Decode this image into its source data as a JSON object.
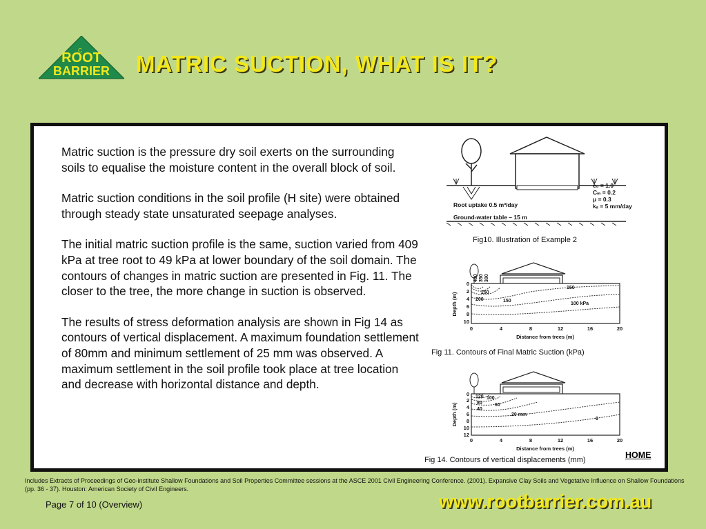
{
  "logo": {
    "line1": "ROOT",
    "line2": "BARRIER",
    "mark": "C"
  },
  "title": "MATRIC SUCTION, WHAT IS IT?",
  "paragraphs": [
    "Matric suction is the pressure dry soil exerts on the surrounding soils to equalise the moisture content in the overall block of soil.",
    "Matric suction conditions in the soil profile (H site) were obtained through steady state unsaturated seepage analyses.",
    "The initial matric suction profile is the same, suction varied from 409 kPa at tree root to 49 kPa at lower boundary of the soil domain. The contours of changes in matric suction are presented in Fig. 11. The closer to the tree, the more change in suction is observed.",
    "The results of stress deformation analysis are shown in Fig 14 as contours of vertical displacement. A maximum foundation settlement of 80mm and minimum settlement of 25 mm was observed. A maximum settlement in the soil profile took place at tree location and decrease with horizontal distance and depth."
  ],
  "fig10": {
    "caption": "Fig10. Illustration of Example 2",
    "root_uptake": "Root uptake 0.5 m³/day",
    "ground_water": "Ground-water table – 15 m",
    "params": [
      "e₀ = 1.0",
      "Cₘ = 0.2",
      "μ = 0.3",
      "kₛ = 5 mm/day"
    ]
  },
  "fig11": {
    "caption": "Fig 11. Contours of Final Matric Suction (kPa)",
    "xlabel": "Distance from trees (m)",
    "ylabel": "Depth (m)",
    "xticks": [
      "0",
      "4",
      "8",
      "12",
      "16",
      "20"
    ],
    "yticks": [
      "0",
      "2",
      "4",
      "6",
      "8",
      "10"
    ],
    "contour_labels": [
      "400",
      "350",
      "300",
      "250",
      "200",
      "150",
      "150",
      "100 kPa"
    ]
  },
  "fig14": {
    "caption": "Fig 14. Contours of vertical displacements (mm)",
    "xlabel": "Distance from trees (m)",
    "ylabel": "Depth (m)",
    "xticks": [
      "0",
      "4",
      "8",
      "12",
      "16",
      "20"
    ],
    "yticks": [
      "0",
      "2",
      "4",
      "6",
      "8",
      "10",
      "12"
    ],
    "contour_labels": [
      "120",
      "100",
      "80",
      "60",
      "40",
      "20 mm",
      "0"
    ]
  },
  "home_link": "HOME",
  "references": "Includes Extracts of Proceedings of Geo-institute Shallow Foundations and Soil Properties Committee sessions at the ASCE 2001 Civil Engineering Conference. (2001). Expansive Clay Soils and Vegetative Influence on Shallow Foundations (pp. 36 - 37). Houston: American Society of Civil Engineers.",
  "page_label": "Page  7 of 10 (Overview)",
  "url": "www.rootbarrier.com.au",
  "colors": {
    "background": "#c0d88a",
    "title": "#f2e81c",
    "logo_green": "#1f8a4a"
  }
}
